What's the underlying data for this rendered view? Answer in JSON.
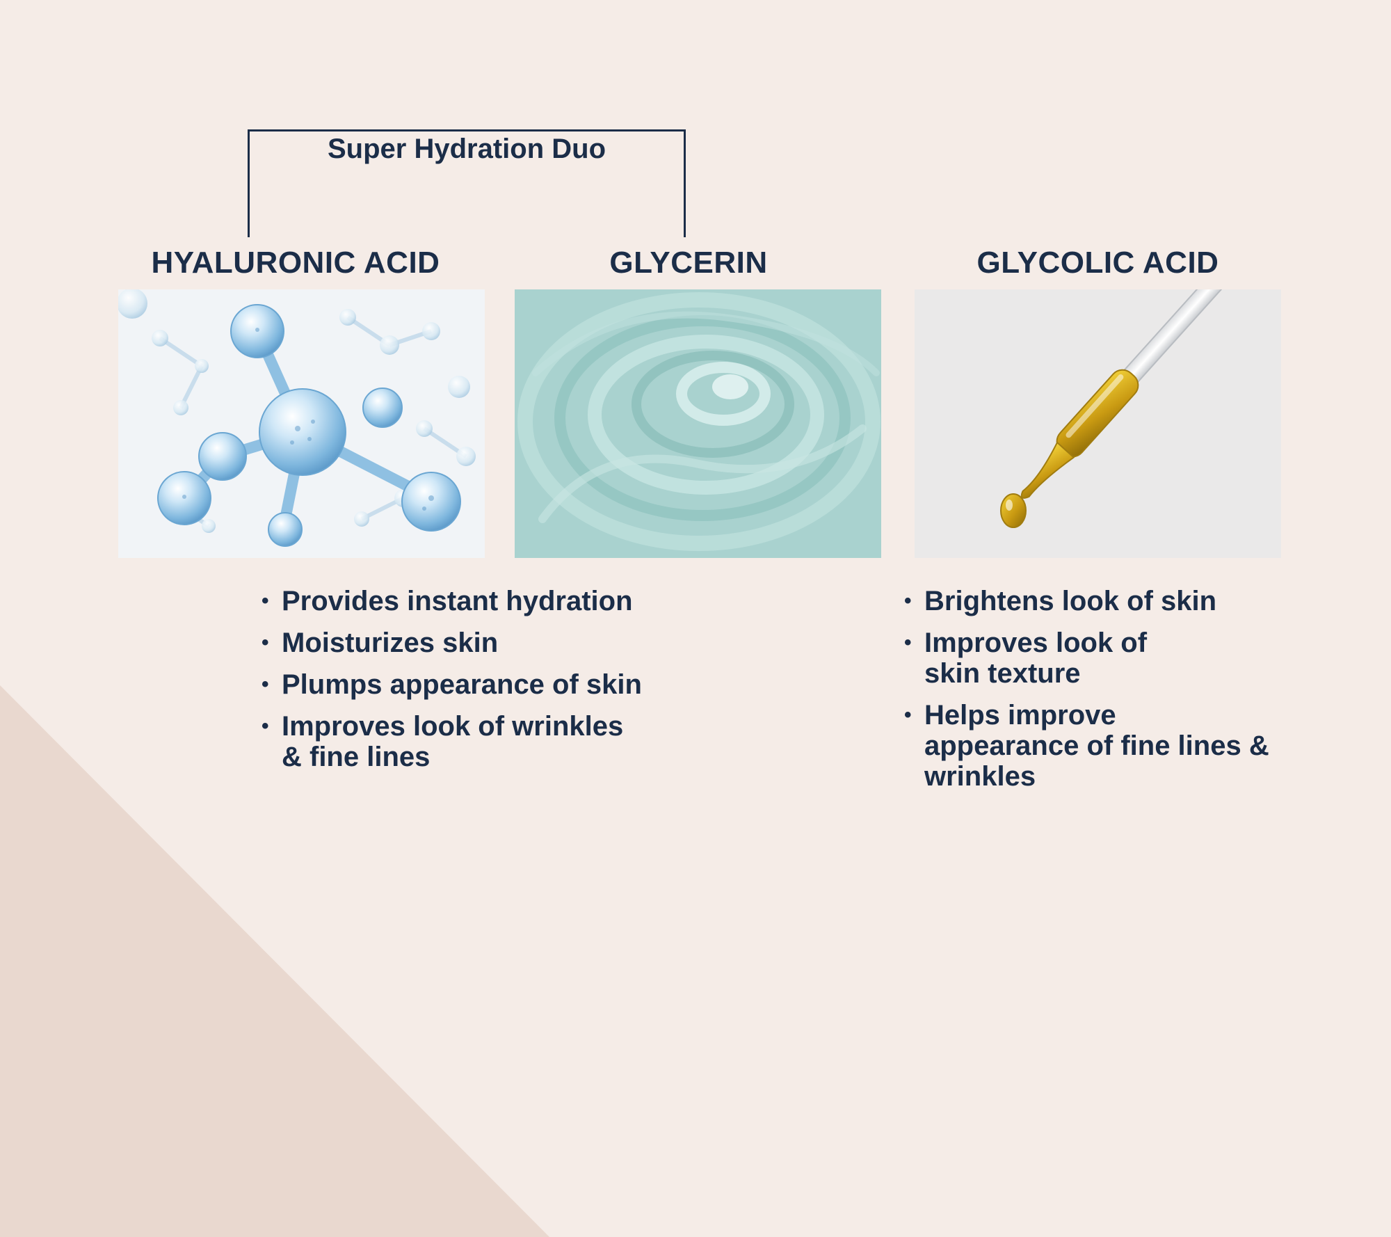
{
  "colors": {
    "background": "#f5ece7",
    "corner_shade": "#e9d8cf",
    "text": "#1b2d48"
  },
  "group_label": "Super Hydration Duo",
  "ingredients": [
    {
      "name": "HYALURONIC ACID",
      "image": "blue-molecules-illustration",
      "benefits": [
        "Provides instant hydration",
        "Moisturizes skin",
        "Plumps appearance of skin",
        "Improves look of wrinkles & fine lines"
      ]
    },
    {
      "name": "GLYCERIN",
      "image": "teal-gel-swirl-texture"
    },
    {
      "name": "GLYCOLIC ACID",
      "image": "dropper-with-golden-oil",
      "benefits": [
        "Brightens look of skin",
        "Improves look of skin texture",
        "Helps improve appearance of fine lines & wrinkles"
      ]
    }
  ]
}
